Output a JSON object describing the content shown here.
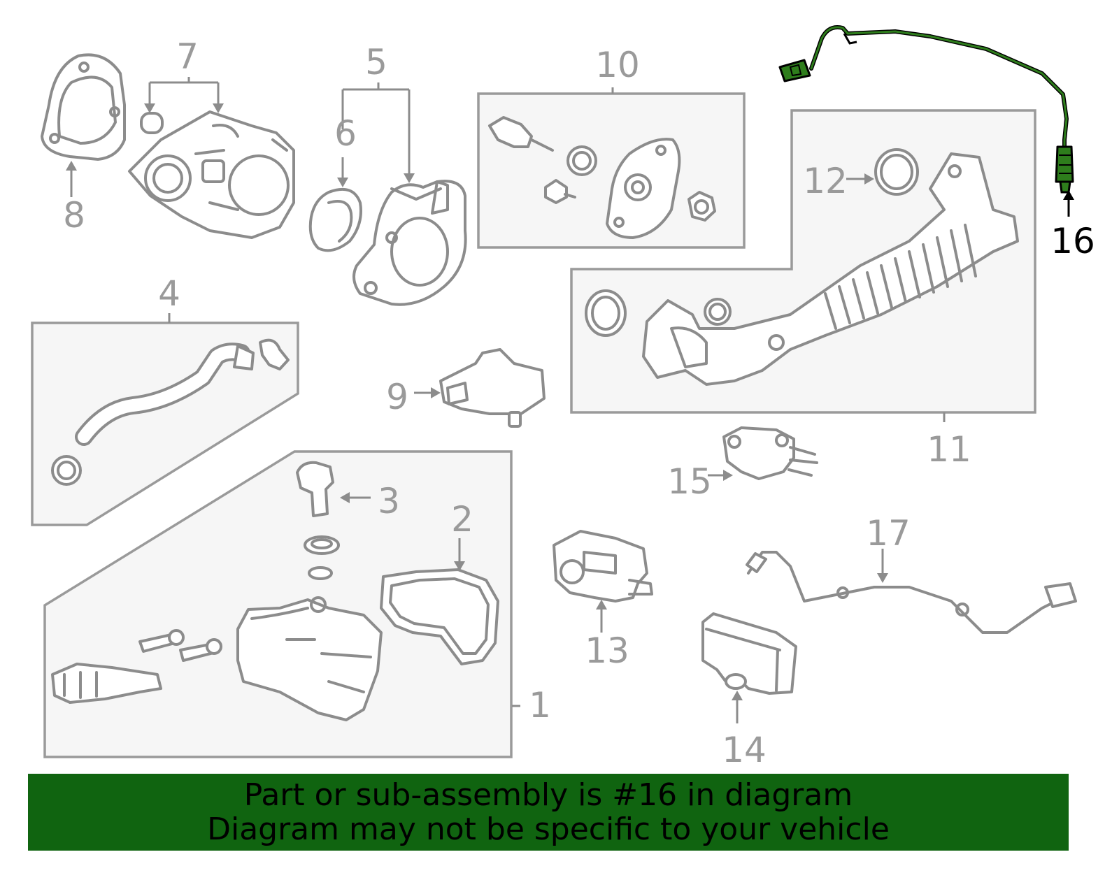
{
  "callouts": {
    "c1": "1",
    "c2": "2",
    "c3": "3",
    "c4": "4",
    "c5": "5",
    "c6": "6",
    "c7": "7",
    "c8": "8",
    "c9": "9",
    "c10": "10",
    "c11": "11",
    "c12": "12",
    "c13": "13",
    "c14": "14",
    "c15": "15",
    "c16": "16",
    "c17": "17"
  },
  "highlight": {
    "part": "16",
    "color": "#2e7d1c"
  },
  "banner": {
    "line1": "Part or sub-assembly is #16 in diagram",
    "line2": "Diagram may not be specific to your vehicle",
    "background": "#106410"
  }
}
